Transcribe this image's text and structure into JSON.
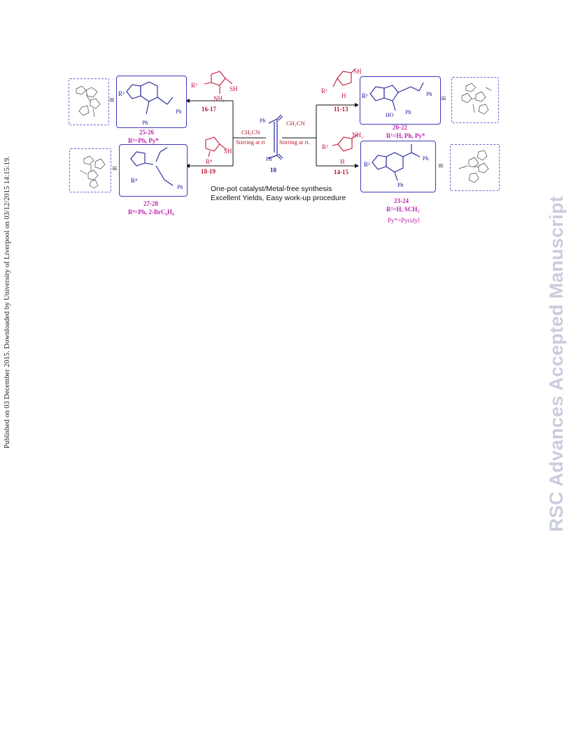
{
  "side_text": "Published on 03 December 2015. Downloaded by University of Liverpool on 03/12/2015 14:15:19.",
  "watermark": "RSC Advances Accepted Manuscript",
  "colors": {
    "blue": "#222299",
    "magenta": "#c01fb0",
    "red": "#c0153a",
    "box_border": "#3b3bbf",
    "watermark": "#c9cddd"
  },
  "scheme": {
    "center": {
      "label": "10",
      "ph_top": "Ph",
      "ph_bottom": "Ph"
    },
    "conditions": {
      "solvent": "CH₃CN",
      "condition": "Stirring at rt",
      "condition_right": "Stirring at rt."
    },
    "reagents": {
      "r1617": {
        "label": "16-17",
        "sub": "R³",
        "sh": "SH",
        "nh2": "NH₂"
      },
      "r1819": {
        "label": "18-19",
        "sub": "R⁴",
        "sh": "SH"
      },
      "r1113": {
        "label": "11-13",
        "sub": "R¹",
        "sh": "SH",
        "h": "H"
      },
      "r1415": {
        "label": "14-15",
        "sub": "R²",
        "nh2": "NH₂",
        "h": "H"
      }
    },
    "products": {
      "p2526": {
        "label": "25-26",
        "subs": "R³=Ph, Py*",
        "r": "R³",
        "ph1": "Ph",
        "ph2": "Ph"
      },
      "p2728": {
        "label": "27-28",
        "subs": "R⁴=Ph, 2-BrC₆H₄",
        "r": "R⁴",
        "ph": "Ph"
      },
      "p2022": {
        "label": "20-22",
        "subs": "R¹=H, Ph, Py*",
        "r": "R¹",
        "ph1": "Ph",
        "ph2": "Ph",
        "ho": "HO"
      },
      "p2324": {
        "label": "23-24",
        "subs": "R²=H, SCH₃",
        "py": "Py*=Pyridyl",
        "r": "R²",
        "ph1": "Ph",
        "ph2": "Ph"
      }
    },
    "summary": [
      "One-pot catalyst/Metal-free synthesis",
      "Excellent Yields, Easy work-up procedure"
    ]
  }
}
